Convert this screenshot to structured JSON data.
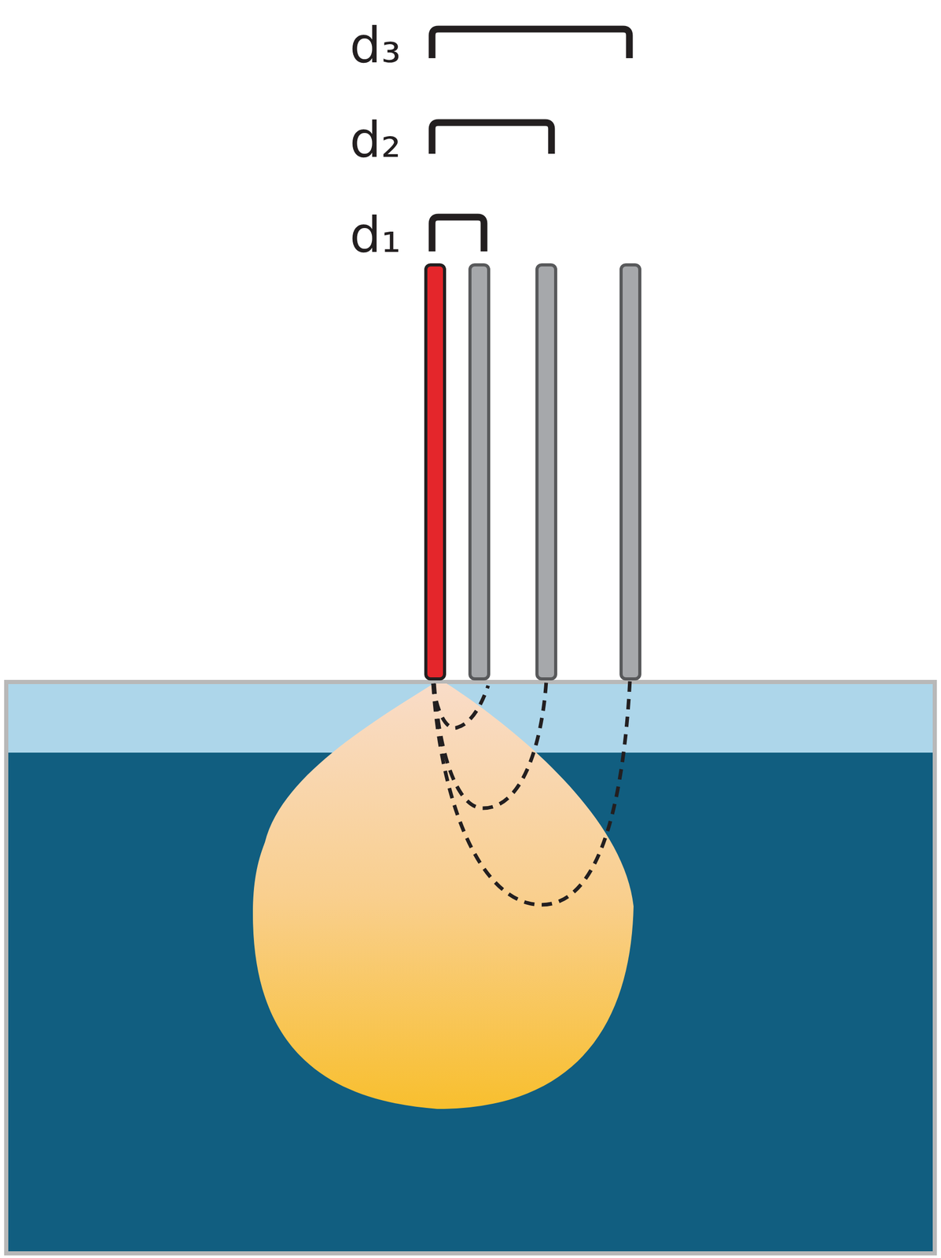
{
  "diagram": {
    "labels": [
      "d₃",
      "d₂",
      "d₁"
    ]
  }
}
